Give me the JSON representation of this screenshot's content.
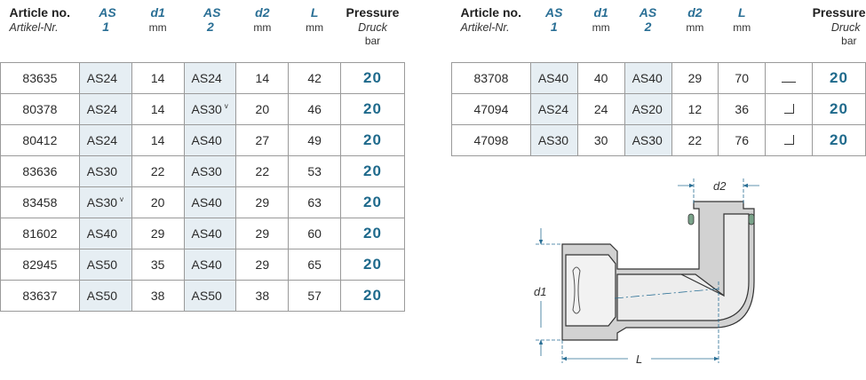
{
  "left_table": {
    "headers": {
      "article": "Article no.",
      "article_sub": "Artikel-Nr.",
      "as1": "AS",
      "as1_sub": "1",
      "d1": "d1",
      "d1_unit": "mm",
      "as2": "AS",
      "as2_sub": "2",
      "d2": "d2",
      "d2_unit": "mm",
      "l": "L",
      "l_unit": "mm",
      "pressure": "Pressure",
      "pressure_sub": "Druck",
      "pressure_unit": "bar"
    },
    "rows": [
      {
        "article": "83635",
        "as1": "AS24",
        "as1_mark": "",
        "d1": "14",
        "as2": "AS24",
        "as2_mark": "",
        "d2": "14",
        "l": "42",
        "pressure": "20"
      },
      {
        "article": "80378",
        "as1": "AS24",
        "as1_mark": "",
        "d1": "14",
        "as2": "AS30",
        "as2_mark": "v",
        "d2": "20",
        "l": "46",
        "pressure": "20"
      },
      {
        "article": "80412",
        "as1": "AS24",
        "as1_mark": "",
        "d1": "14",
        "as2": "AS40",
        "as2_mark": "",
        "d2": "27",
        "l": "49",
        "pressure": "20"
      },
      {
        "article": "83636",
        "as1": "AS30",
        "as1_mark": "",
        "d1": "22",
        "as2": "AS30",
        "as2_mark": "",
        "d2": "22",
        "l": "53",
        "pressure": "20"
      },
      {
        "article": "83458",
        "as1": "AS30",
        "as1_mark": "v",
        "d1": "20",
        "as2": "AS40",
        "as2_mark": "",
        "d2": "29",
        "l": "63",
        "pressure": "20"
      },
      {
        "article": "81602",
        "as1": "AS40",
        "as1_mark": "",
        "d1": "29",
        "as2": "AS40",
        "as2_mark": "",
        "d2": "29",
        "l": "60",
        "pressure": "20"
      },
      {
        "article": "82945",
        "as1": "AS50",
        "as1_mark": "",
        "d1": "35",
        "as2": "AS40",
        "as2_mark": "",
        "d2": "29",
        "l": "65",
        "pressure": "20"
      },
      {
        "article": "83637",
        "as1": "AS50",
        "as1_mark": "",
        "d1": "38",
        "as2": "AS50",
        "as2_mark": "",
        "d2": "38",
        "l": "57",
        "pressure": "20"
      }
    ]
  },
  "right_table": {
    "headers": {
      "article": "Article no.",
      "article_sub": "Artikel-Nr.",
      "as1": "AS",
      "as1_sub": "1",
      "d1": "d1",
      "d1_unit": "mm",
      "as2": "AS",
      "as2_sub": "2",
      "d2": "d2",
      "d2_unit": "mm",
      "l": "L",
      "l_unit": "mm",
      "pressure": "Pressure",
      "pressure_sub": "Druck",
      "pressure_unit": "bar"
    },
    "rows": [
      {
        "article": "83708",
        "as1": "AS40",
        "d1": "40",
        "as2": "AS40",
        "d2": "29",
        "l": "70",
        "symbol": "straight",
        "pressure": "20"
      },
      {
        "article": "47094",
        "as1": "AS24",
        "d1": "24",
        "as2": "AS20",
        "d2": "12",
        "l": "36",
        "symbol": "angle",
        "pressure": "20"
      },
      {
        "article": "47098",
        "as1": "AS30",
        "d1": "30",
        "as2": "AS30",
        "d2": "22",
        "l": "76",
        "symbol": "angle",
        "pressure": "20"
      }
    ]
  },
  "diagram": {
    "label_d1": "d1",
    "label_d2": "d2",
    "label_l": "L",
    "colors": {
      "body": "#cfcfcf",
      "seal": "#7aa38a",
      "line": "#2a6f95"
    }
  }
}
